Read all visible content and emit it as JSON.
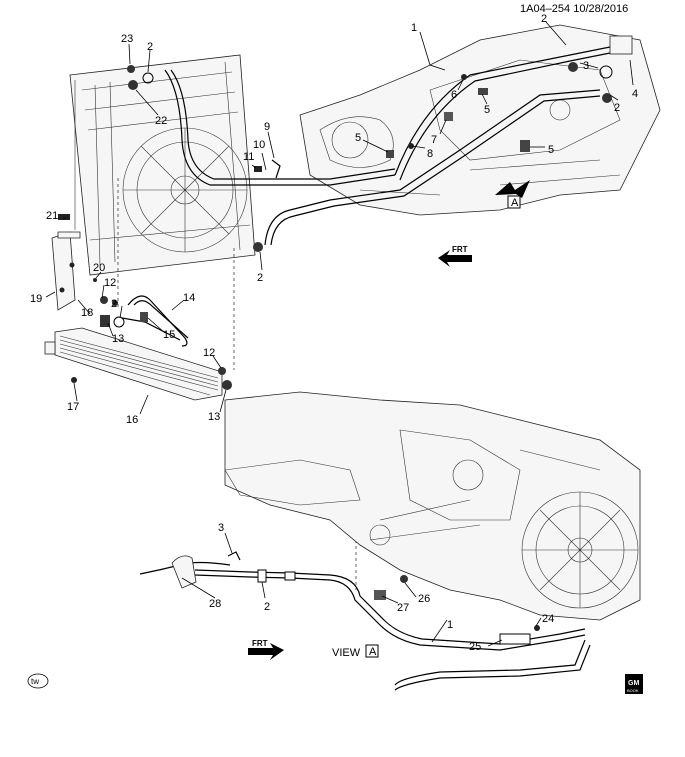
{
  "header": {
    "ref_date": "1A04–254  10/28/2016"
  },
  "direction_labels": {
    "frt_upper": "FRT",
    "frt_lower": "FRT"
  },
  "view": {
    "label": "VIEW",
    "box_letter": "A",
    "upper_box_letter": "A"
  },
  "logos": {
    "tw": "tw",
    "gm_line1": "GM",
    "gm_line2": "BOOK"
  },
  "callouts": [
    "1",
    "2",
    "3",
    "4",
    "5",
    "6",
    "7",
    "8",
    "9",
    "10",
    "11",
    "12",
    "13",
    "14",
    "15",
    "16",
    "17",
    "18",
    "19",
    "20",
    "21",
    "22",
    "23",
    "24",
    "25",
    "26",
    "27",
    "28"
  ],
  "labels_upper": {
    "c23": "23",
    "c2a": "2",
    "c22": "22",
    "c1": "1",
    "c2b": "2",
    "c3": "3",
    "c4": "4",
    "c2c": "2",
    "c6": "6",
    "c5a": "5",
    "c7": "7",
    "c8": "8",
    "c5b": "5",
    "c5c": "5",
    "c9": "9",
    "c10": "10",
    "c11": "11",
    "c2d": "2",
    "c21": "21",
    "c20": "20",
    "c12a": "12",
    "c19": "19",
    "c18": "18",
    "c2e": "2",
    "c14": "14",
    "c15": "15",
    "c13a": "13",
    "c12b": "12",
    "c13b": "13",
    "c17": "17",
    "c16": "16"
  },
  "labels_lower": {
    "c3": "3",
    "c28": "28",
    "c2": "2",
    "c1": "1",
    "c26": "26",
    "c27": "27",
    "c24": "24",
    "c25": "25"
  }
}
